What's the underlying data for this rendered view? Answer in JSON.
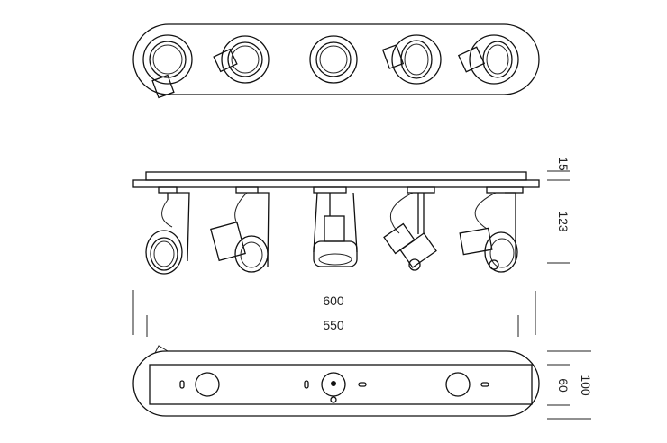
{
  "title": "Five-spot ceiling track light — technical drawing",
  "dimensions": {
    "plate_thickness": "15",
    "fixture_drop": "123",
    "overall_length": "600",
    "base_length": "550",
    "overall_width": "100",
    "base_width": "60"
  },
  "spotlight_count": 5,
  "colors": {
    "line": "#111111",
    "background": "#ffffff"
  }
}
